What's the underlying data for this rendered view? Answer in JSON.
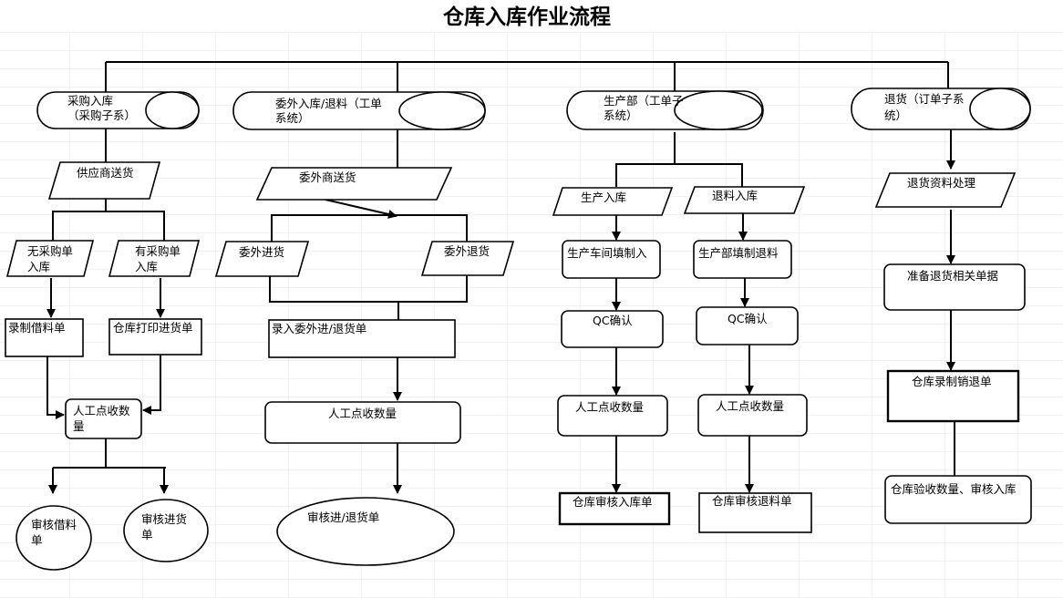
{
  "title": "仓库入库作业流程",
  "purchase": {
    "source": [
      "采购入库",
      "（采购子系）"
    ],
    "supplier_delivery": "供应商送货",
    "no_po_receipt": [
      "无采购单",
      "入库"
    ],
    "with_po_receipt": [
      "有采购单",
      "入库"
    ],
    "record_borrow_slip": "录制借料单",
    "print_receipt_slip": "仓库打印进货单",
    "manual_count": [
      "人工点收数",
      "量"
    ],
    "review_borrow_slip": [
      "审核借料",
      "单"
    ],
    "review_receipt_slip": [
      "审核进货",
      "单"
    ]
  },
  "outsourcing": {
    "source": [
      "委外入库/退料（工单",
      "系统）"
    ],
    "vendor_delivery": "委外商送货",
    "outsourced_receipt": "委外进货",
    "outsourced_return": "委外退货",
    "enter_slip": "录入委外进/退货单",
    "manual_count": "人工点收数量",
    "review_slip": "审核进/退货单"
  },
  "production": {
    "source": [
      "生产部（工单子",
      "系统）"
    ],
    "production_receipt": "生产入库",
    "material_return": "退料入库",
    "workshop_fill": "生产车间填制入",
    "dept_fill_return": "生产部填制退料",
    "qc_confirm_receipt": "QC确认",
    "qc_confirm_return": "QC确认",
    "manual_count_receipt": "人工点收数量",
    "manual_count_return": "人工点收数量",
    "review_receipt_slip": "仓库审核入库单",
    "review_return_slip": "仓库审核退料单"
  },
  "sales_return": {
    "source": [
      "退货（订单子系",
      "统）"
    ],
    "process_data": "退货资料处理",
    "prepare_docs": "准备退货相关单据",
    "record_return_slip": "仓库录制销退单",
    "inspect_and_review": "仓库验收数量、审核入库"
  },
  "colors": {
    "line": "#000000",
    "grid": "#e4e4e4",
    "background": "#ffffff"
  }
}
